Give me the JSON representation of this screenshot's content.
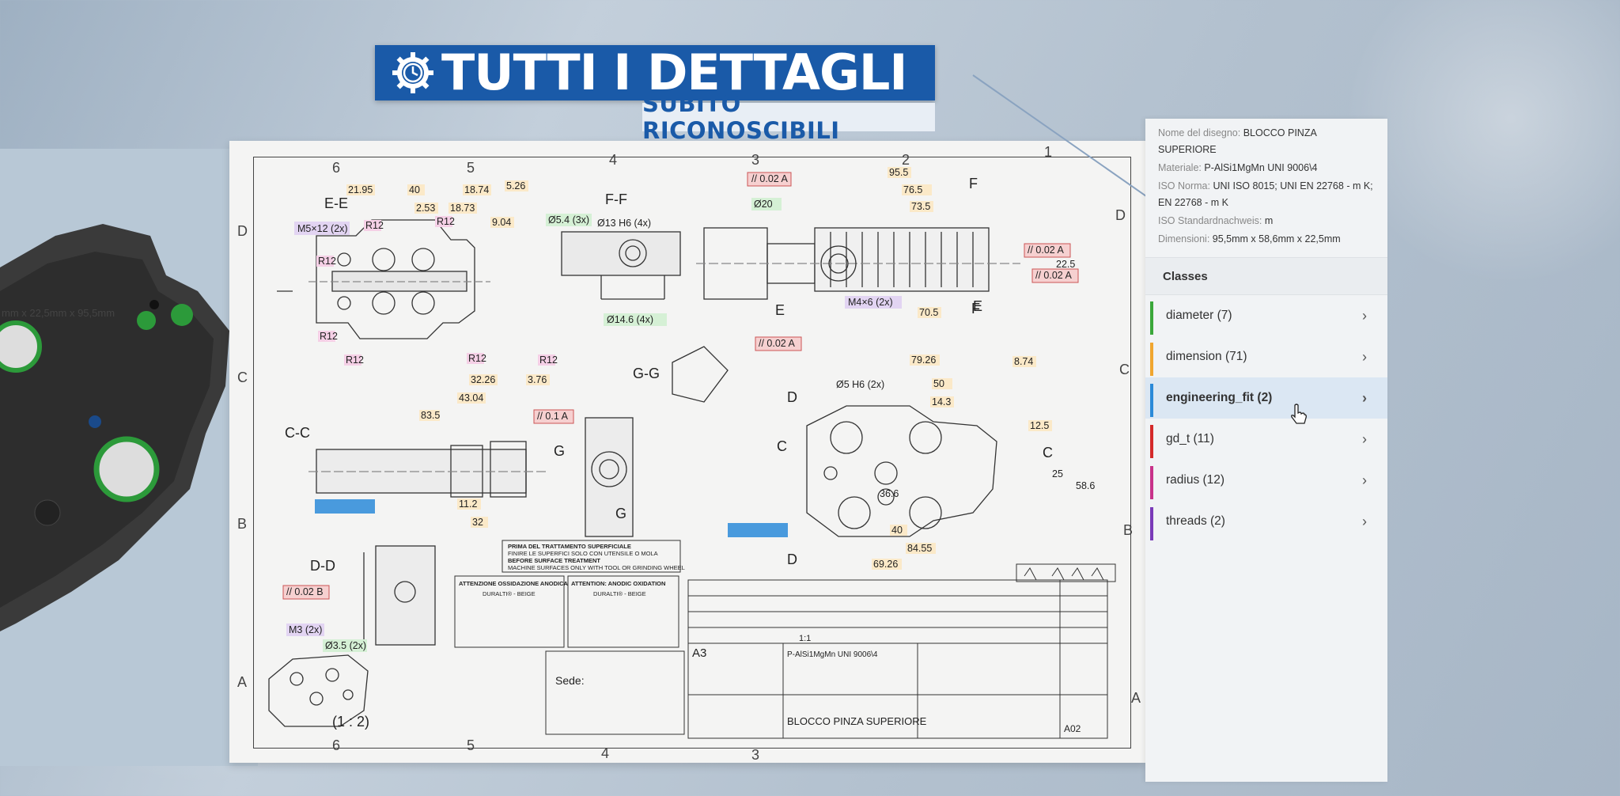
{
  "banner": {
    "title": "TUTTI I DETTAGLI",
    "subtitle": "SUBITO RICONOSCIBILI",
    "icon": "gear-clock-icon",
    "color": "#1a5aa8"
  },
  "viewer": {
    "dimensions_text": "mm x 22,5mm x 95,5mm"
  },
  "metadata": {
    "drawing_name_label": "Nome del disegno:",
    "drawing_name_value": "BLOCCO PINZA SUPERIORE",
    "material_label": "Materiale:",
    "material_value": "P-AlSi1MgMn UNI 9006\\4",
    "iso_label": "ISO Norma:",
    "iso_value": "UNI ISO 8015; UNI EN 22768 - m K; EN 22768 - m K",
    "iso_std_label": "ISO Standardnachweis:",
    "iso_std_value": "m",
    "dimensions_label": "Dimensioni:",
    "dimensions_value": "95,5mm x 58,6mm x 22,5mm"
  },
  "classes": {
    "title": "Classes",
    "items": [
      {
        "label": "diameter (7)",
        "color": "#3aa73a"
      },
      {
        "label": "dimension (71)",
        "color": "#f0a630"
      },
      {
        "label": "engineering_fit (2)",
        "color": "#2a8ad8",
        "active": true
      },
      {
        "label": "gd_t (11)",
        "color": "#d42a2a"
      },
      {
        "label": "radius (12)",
        "color": "#c8328a"
      },
      {
        "label": "threads (2)",
        "color": "#7a3ab8"
      }
    ]
  },
  "drawing": {
    "section_labels": [
      "E-E",
      "F-F",
      "G-G",
      "C-C",
      "D-D"
    ],
    "zone_numbers": [
      "6",
      "5",
      "4",
      "3",
      "2",
      "1"
    ],
    "zone_letters": [
      "D",
      "C",
      "B",
      "A"
    ],
    "dims": [
      "21.95",
      "40",
      "18.74",
      "5.26",
      "2.53",
      "18.73",
      "9.04",
      "43.04",
      "83.5",
      "32.26",
      "3.76",
      "95.5",
      "76.5",
      "73.5",
      "79.26",
      "70.5",
      "84.55",
      "69.26",
      "50",
      "14.3",
      "12.5",
      "8.74",
      "11.2",
      "32",
      "36.6",
      "40",
      "25",
      "58.6",
      "22.5"
    ],
    "callouts": {
      "thread1": "M5×12 (2x)",
      "dia1": "Ø5.4 (3x)",
      "fit1": "Ø13 H6 (4x)",
      "dia2": "Ø14.6 (4x)",
      "thread2": "M4×6 (2x)",
      "dia3": "Ø20",
      "dia4": "Ø5 H6 (2x)",
      "thread3": "M3 (2x)",
      "dia5": "Ø3.5 (2x)",
      "gdt1": "// 0.02 A",
      "gdt2": "// 0.1 A",
      "gdt3": "// 0.02 B",
      "scale": "(1 : 2)",
      "sede": "Sede:",
      "titleblock_name": "BLOCCO PINZA SUPERIORE",
      "titleblock_material": "P-AlSi1MgMn UNI 9006\\4",
      "titleblock_rev": "A02",
      "size": "A3",
      "sheet_scale": "1:1",
      "note_title": "PRIMA DEL TRATTAMENTO SUPERFICIALE",
      "note_line2": "FINIRE LE SUPERFICI SOLO CON UTENSILE O MOLA",
      "note_line3": "BEFORE SURFACE TREATMENT",
      "note_line4": "MACHINE SURFACES ONLY WITH TOOL OR GRINDING WHEEL",
      "att1_title": "ATTENZIONE OSSIDAZIONE ANODICA",
      "att1_line2": "DURALTI® - BEIGE",
      "att2_title": "ATTENTION: ANODIC OXIDATION",
      "att2_line2": "DURALTI® - BEIGE",
      "letter_e": "E",
      "letter_f": "F",
      "letter_g": "G",
      "letter_d": "D",
      "letter_c": "C",
      "letter_a": "A",
      "letter_b": "B"
    }
  }
}
